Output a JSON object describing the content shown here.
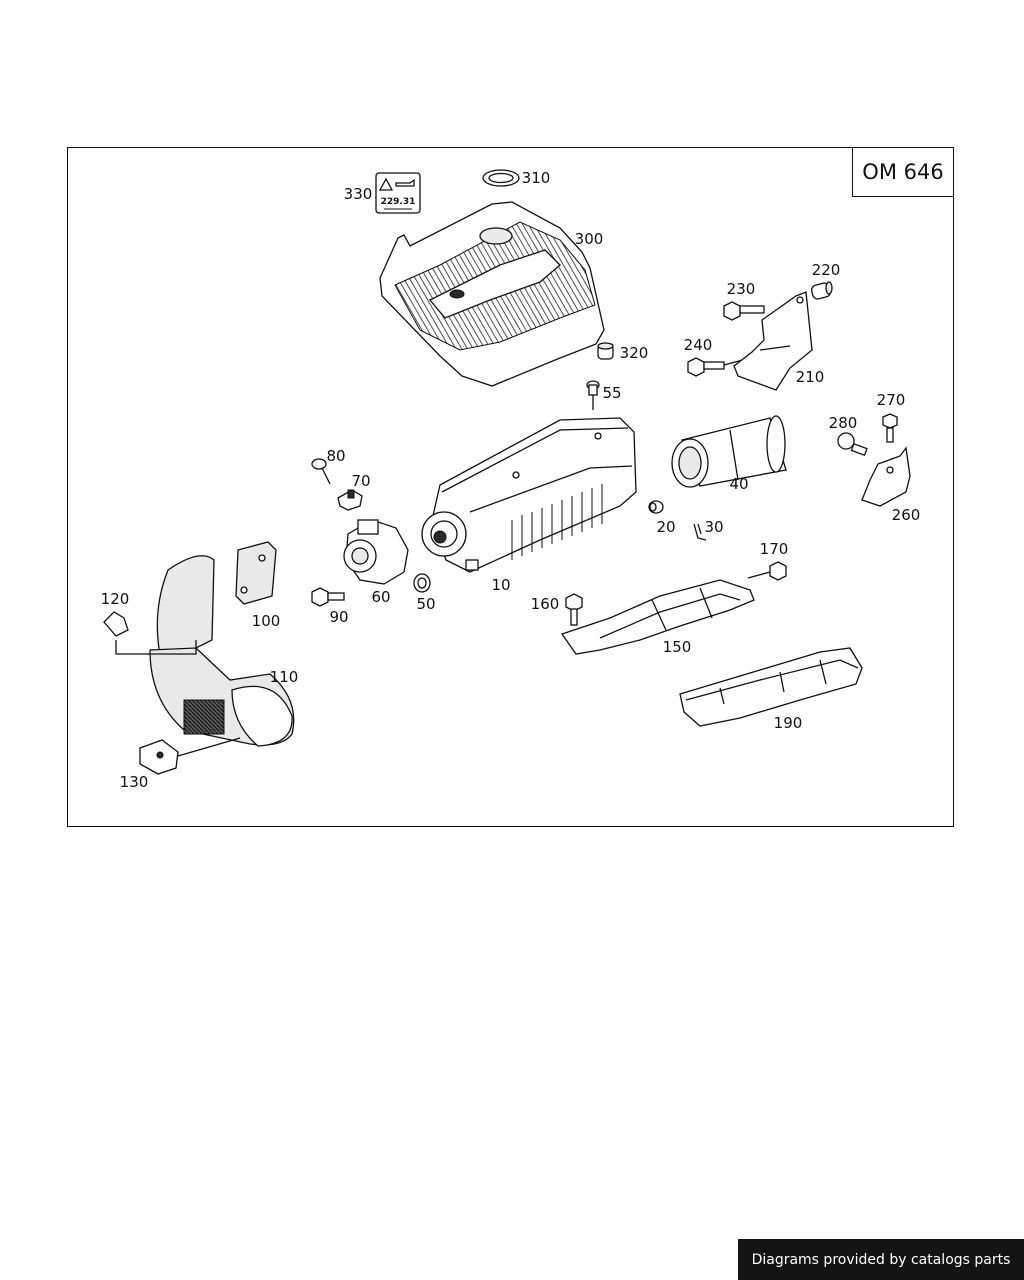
{
  "engine_code": "OM 646",
  "footer_text": "Diagrams provided by catalogs parts",
  "oil_label_text": "229.31",
  "callouts": {
    "c10": "10",
    "c20": "20",
    "c30": "30",
    "c40": "40",
    "c50": "50",
    "c55": "55",
    "c60": "60",
    "c70": "70",
    "c80": "80",
    "c90": "90",
    "c100": "100",
    "c110": "110",
    "c120": "120",
    "c130": "130",
    "c150": "150",
    "c160": "160",
    "c170": "170",
    "c190": "190",
    "c210": "210",
    "c220": "220",
    "c230": "230",
    "c240": "240",
    "c260": "260",
    "c270": "270",
    "c280": "280",
    "c300": "300",
    "c310": "310",
    "c320": "320",
    "c330": "330"
  }
}
